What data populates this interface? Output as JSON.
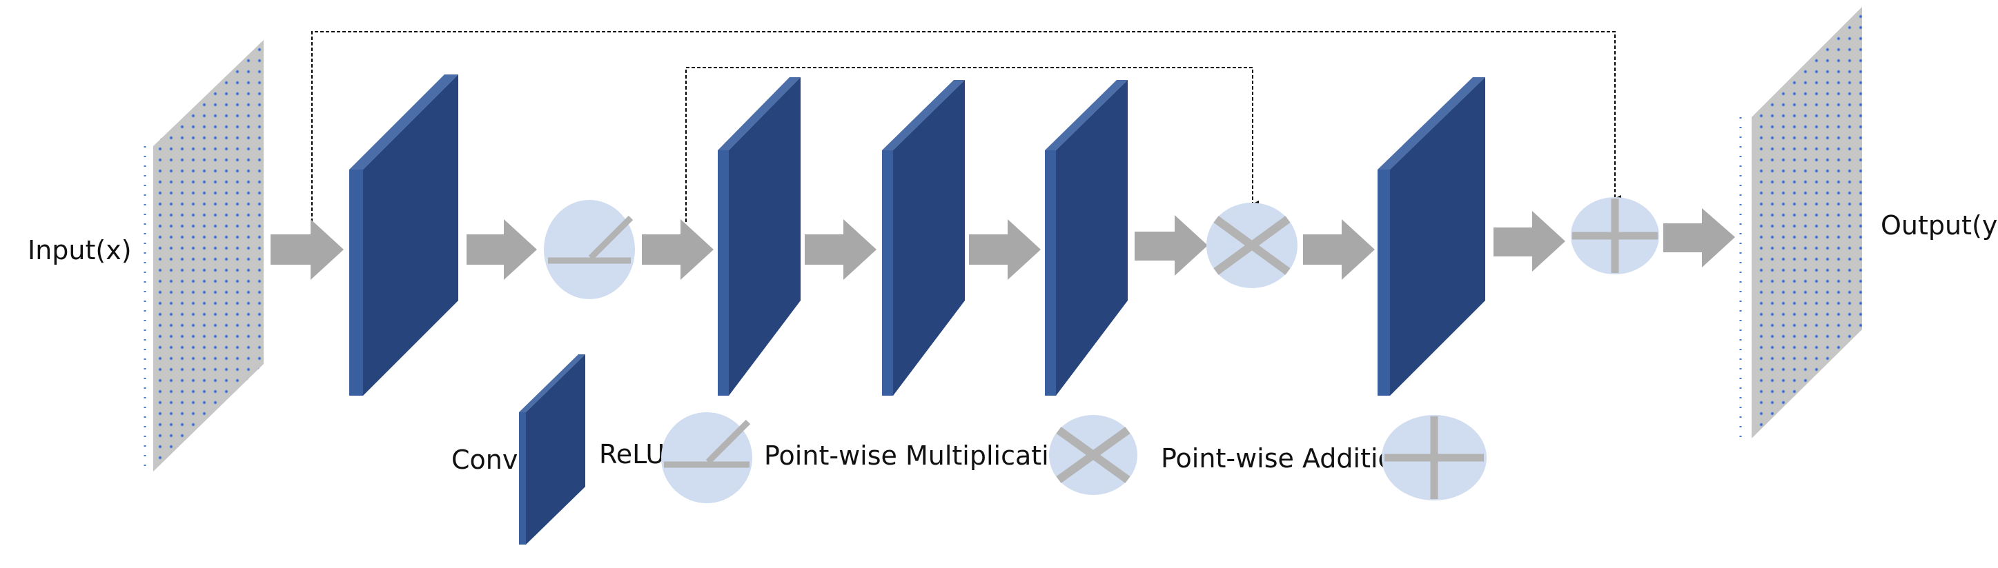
{
  "labels": {
    "input": "Input(x)",
    "output": "Output(y)"
  },
  "legend": {
    "conv": "Conv",
    "relu": "ReLU",
    "multiply": "Point-wise Multiplication",
    "add": "Point-wise Addition"
  },
  "colors": {
    "conv_front": "#27457c",
    "conv_top": "#4c6ea8",
    "conv_side": "#3a5f9e",
    "op_circle": "#d0dcef",
    "op_symbol": "#b3b3b3",
    "arrow": "#a8a8a8",
    "feature_map": "#c6c6c6",
    "feature_map_dots": "#4a7ad0"
  },
  "flow": [
    "input",
    "conv",
    "relu",
    "conv",
    "conv",
    "conv",
    "multiply",
    "conv",
    "add",
    "output"
  ],
  "skip_connections": [
    {
      "from": "input",
      "to": "add"
    },
    {
      "from": "relu",
      "to": "multiply"
    }
  ]
}
